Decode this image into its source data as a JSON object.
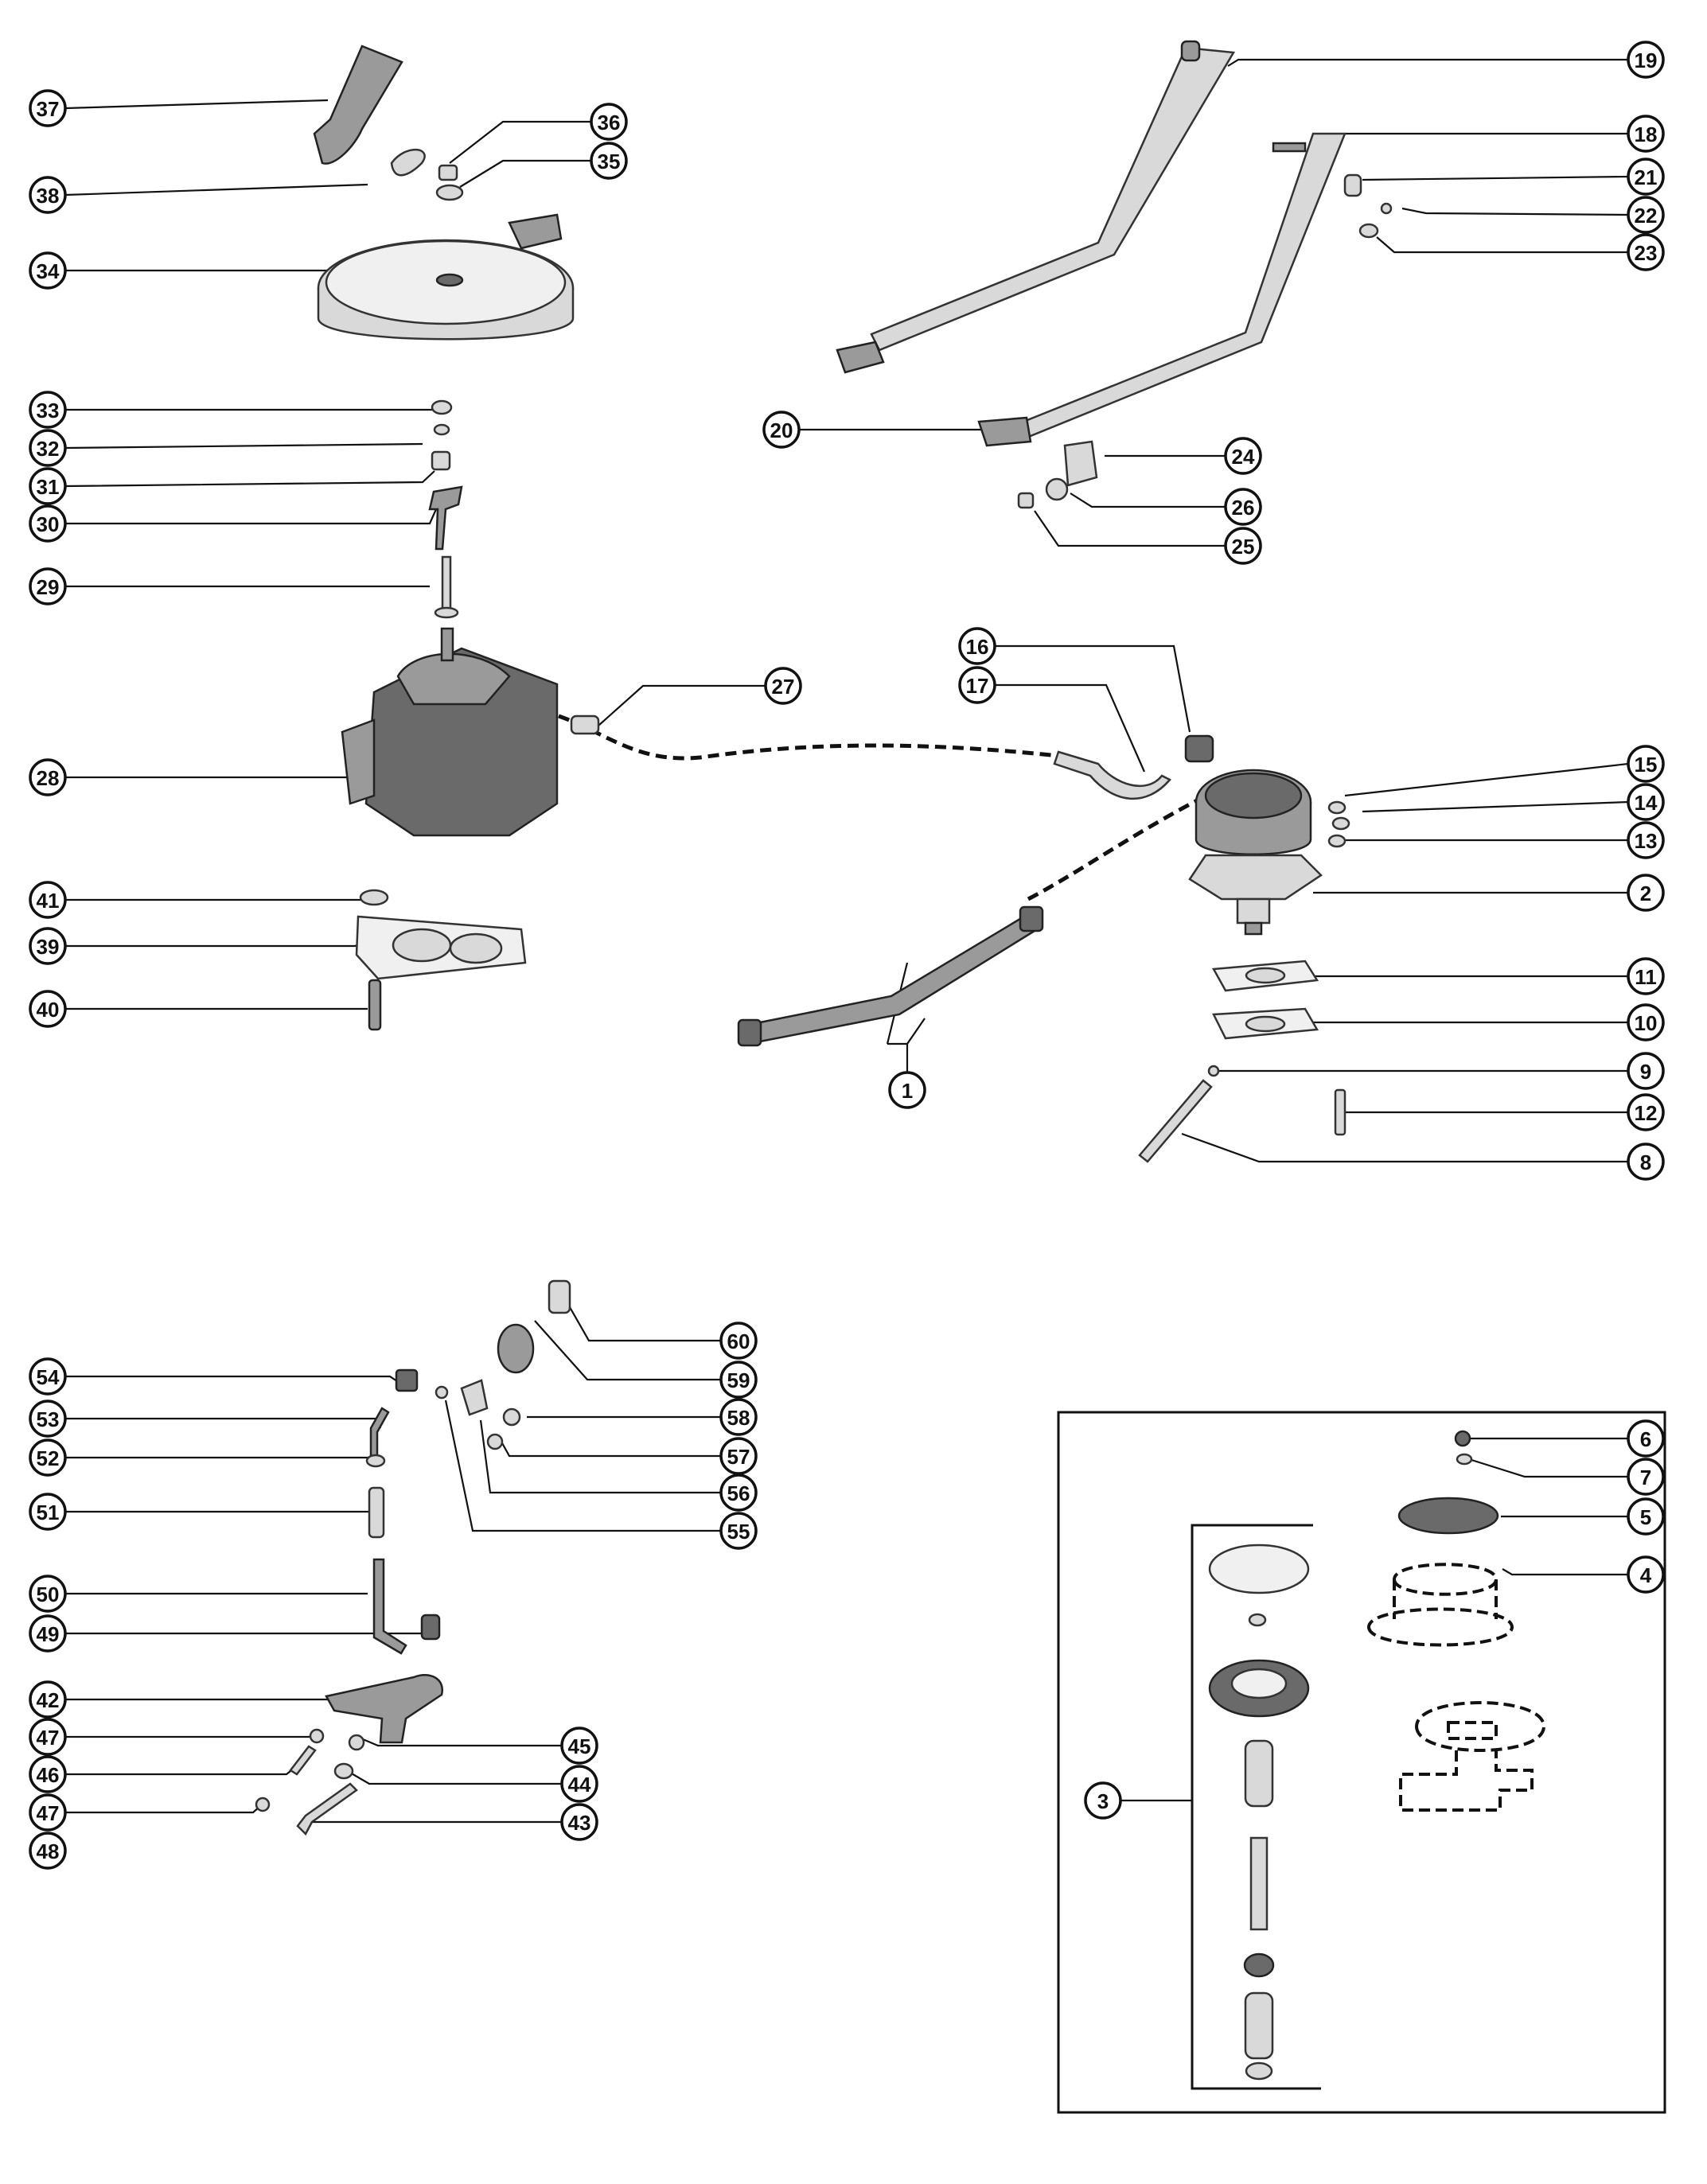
{
  "callouts": [
    {
      "id": "37",
      "label": "37"
    },
    {
      "id": "36",
      "label": "36"
    },
    {
      "id": "35",
      "label": "35"
    },
    {
      "id": "38",
      "label": "38"
    },
    {
      "id": "34",
      "label": "34"
    },
    {
      "id": "33",
      "label": "33"
    },
    {
      "id": "32",
      "label": "32"
    },
    {
      "id": "31",
      "label": "31"
    },
    {
      "id": "30",
      "label": "30"
    },
    {
      "id": "29",
      "label": "29"
    },
    {
      "id": "28",
      "label": "28"
    },
    {
      "id": "27",
      "label": "27"
    },
    {
      "id": "41",
      "label": "41"
    },
    {
      "id": "39",
      "label": "39"
    },
    {
      "id": "40",
      "label": "40"
    },
    {
      "id": "19",
      "label": "19"
    },
    {
      "id": "18",
      "label": "18"
    },
    {
      "id": "21",
      "label": "21"
    },
    {
      "id": "22",
      "label": "22"
    },
    {
      "id": "23",
      "label": "23"
    },
    {
      "id": "20",
      "label": "20"
    },
    {
      "id": "24",
      "label": "24"
    },
    {
      "id": "26",
      "label": "26"
    },
    {
      "id": "25",
      "label": "25"
    },
    {
      "id": "16",
      "label": "16"
    },
    {
      "id": "17",
      "label": "17"
    },
    {
      "id": "15",
      "label": "15"
    },
    {
      "id": "14",
      "label": "14"
    },
    {
      "id": "13",
      "label": "13"
    },
    {
      "id": "2",
      "label": "2"
    },
    {
      "id": "11",
      "label": "11"
    },
    {
      "id": "10",
      "label": "10"
    },
    {
      "id": "9",
      "label": "9"
    },
    {
      "id": "12",
      "label": "12"
    },
    {
      "id": "8",
      "label": "8"
    },
    {
      "id": "1",
      "label": "1"
    },
    {
      "id": "60",
      "label": "60"
    },
    {
      "id": "59",
      "label": "59"
    },
    {
      "id": "54",
      "label": "54"
    },
    {
      "id": "58",
      "label": "58"
    },
    {
      "id": "53",
      "label": "53"
    },
    {
      "id": "57",
      "label": "57"
    },
    {
      "id": "52",
      "label": "52"
    },
    {
      "id": "56",
      "label": "56"
    },
    {
      "id": "51",
      "label": "51"
    },
    {
      "id": "55",
      "label": "55"
    },
    {
      "id": "50",
      "label": "50"
    },
    {
      "id": "49",
      "label": "49"
    },
    {
      "id": "42",
      "label": "42"
    },
    {
      "id": "47a",
      "label": "47"
    },
    {
      "id": "45",
      "label": "45"
    },
    {
      "id": "46",
      "label": "46"
    },
    {
      "id": "44",
      "label": "44"
    },
    {
      "id": "47b",
      "label": "47"
    },
    {
      "id": "43",
      "label": "43"
    },
    {
      "id": "48",
      "label": "48"
    },
    {
      "id": "6",
      "label": "6"
    },
    {
      "id": "7",
      "label": "7"
    },
    {
      "id": "5",
      "label": "5"
    },
    {
      "id": "4",
      "label": "4"
    },
    {
      "id": "3",
      "label": "3"
    }
  ]
}
